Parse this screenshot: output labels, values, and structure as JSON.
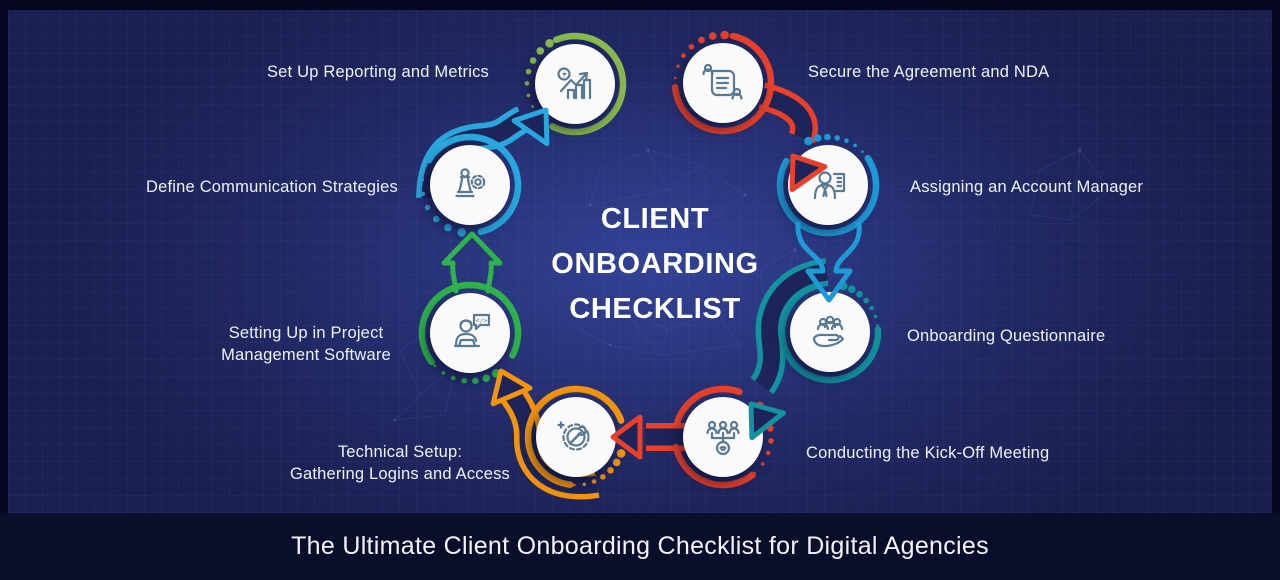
{
  "title": {
    "lines": [
      "CLIENT",
      "ONBOARDING",
      "CHECKLIST"
    ]
  },
  "caption": "The Ultimate Client Onboarding Checklist for Digital Agencies",
  "colors": {
    "border": "#04071f",
    "panel_background": "#1d2459",
    "caption_band": "#0a0e2b",
    "title_text": "#ffffff",
    "label_text": "#eef1f7",
    "icon_stroke": "#5a7a94",
    "node_fill": "#fafafa"
  },
  "steps": [
    {
      "label": "Secure the Agreement and NDA",
      "lines": [
        "Secure the Agreement and NDA"
      ],
      "icon": "contract-scroll-icon",
      "color": "#e8402a"
    },
    {
      "label": "Assigning an Account Manager",
      "lines": [
        "Assigning an Account Manager"
      ],
      "icon": "account-manager-icon",
      "color": "#1e9ad6"
    },
    {
      "label": "Onboarding Questionnaire",
      "lines": [
        "Onboarding Questionnaire"
      ],
      "icon": "hand-people-icon",
      "color": "#13939f"
    },
    {
      "label": "Conducting the Kick-Off Meeting",
      "lines": [
        "Conducting the Kick-Off Meeting"
      ],
      "icon": "meeting-team-icon",
      "color": "#e8402a"
    },
    {
      "label": "Technical Setup: Gathering Logins and Access",
      "lines": [
        "Technical Setup:",
        "Gathering Logins and Access"
      ],
      "icon": "gear-wrench-icon",
      "color": "#f2940f"
    },
    {
      "label": "Setting Up in Project Management Software",
      "lines": [
        "Setting Up in Project",
        "Management Software"
      ],
      "icon": "developer-chat-icon",
      "color": "#2eb34d"
    },
    {
      "label": "Define Communication Strategies",
      "lines": [
        "Define Communication Strategies"
      ],
      "icon": "chess-strategy-gear-icon",
      "color": "#29a8df"
    },
    {
      "label": "Set Up Reporting and Metrics",
      "lines": [
        "Set Up Reporting and Metrics"
      ],
      "icon": "growth-chart-icon",
      "color": "#88ba4e"
    }
  ]
}
